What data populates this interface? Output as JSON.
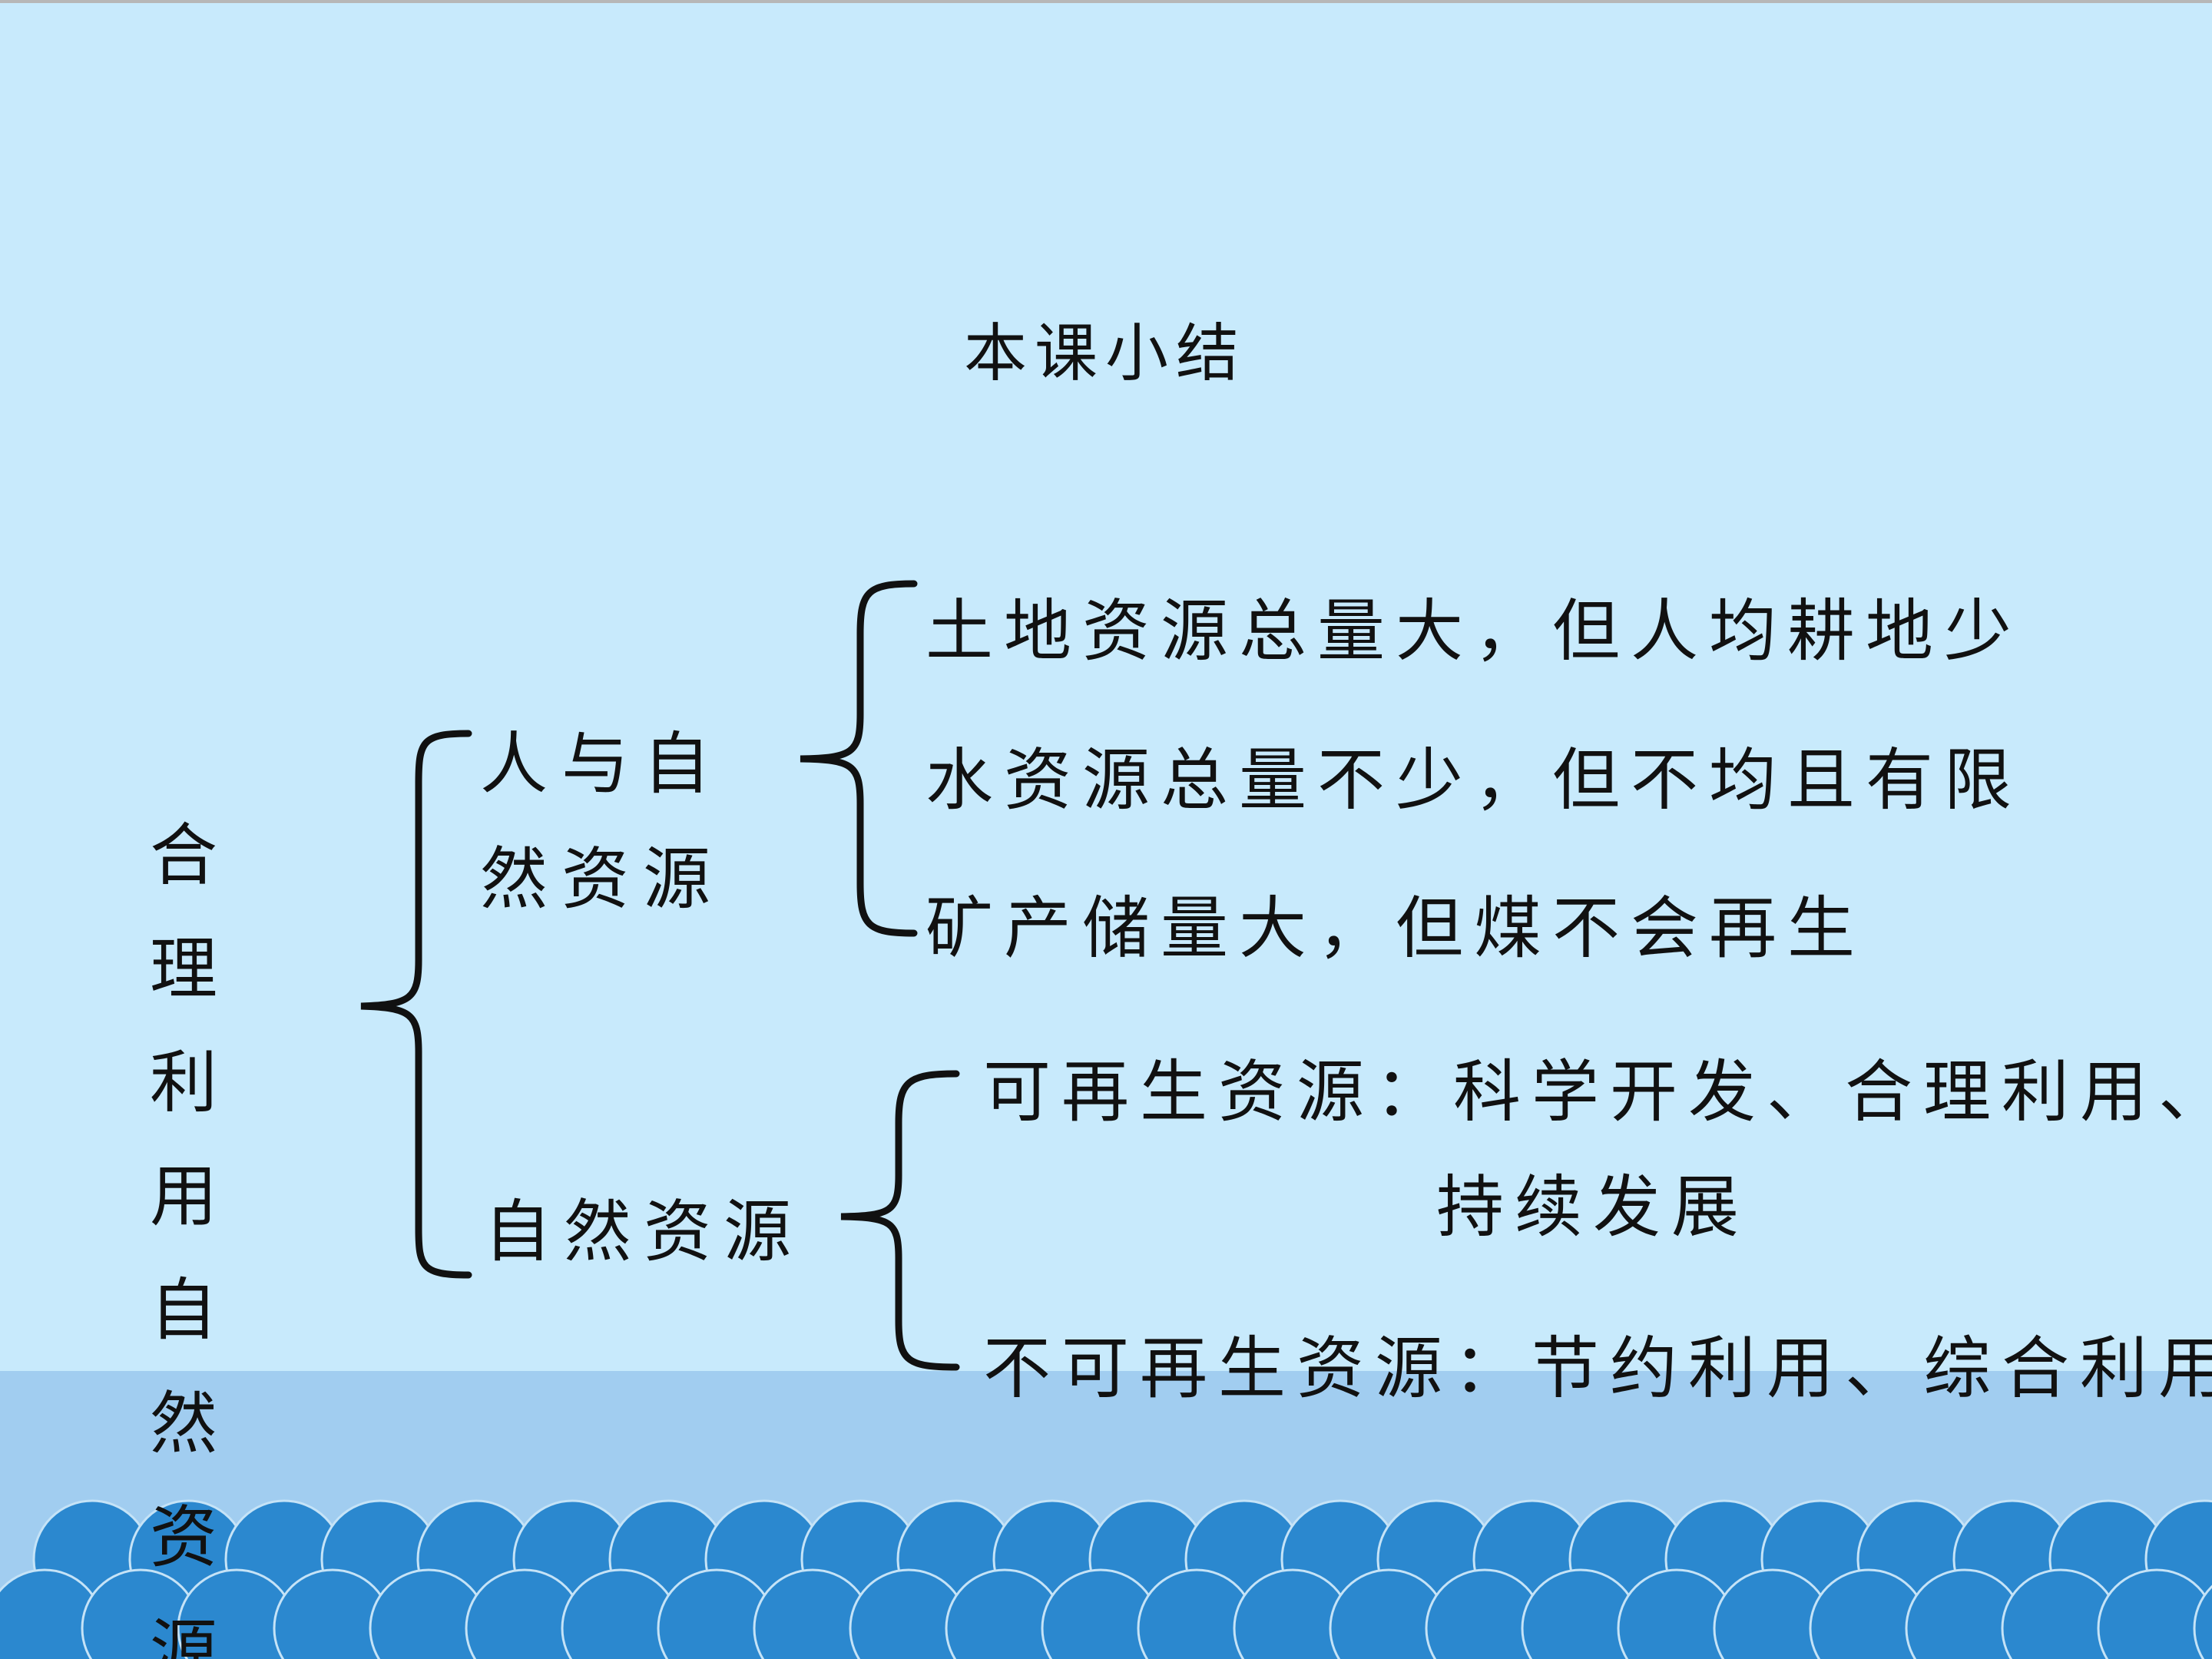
{
  "slide": {
    "title": "本课小结",
    "main_topic": "合理利用自然资源",
    "branch_human_nature": {
      "label": "人与自然资源",
      "details": [
        "土地资源总量大，但人均耕地少",
        "水资源总量不少，但不均且有限",
        "矿产储量大，但煤不会再生"
      ]
    },
    "branch_resources": {
      "label": "自然资源",
      "renewable": {
        "line1": "可再生资源：科学开发、合理利用、",
        "line2": "持续发展"
      },
      "nonrenewable": "不可再生资源：节约利用、综合利用"
    }
  },
  "colors": {
    "background": "#c8eafc",
    "sea_band": "#a1cdf0",
    "wave": "#2b88cf",
    "text": "#111111"
  }
}
